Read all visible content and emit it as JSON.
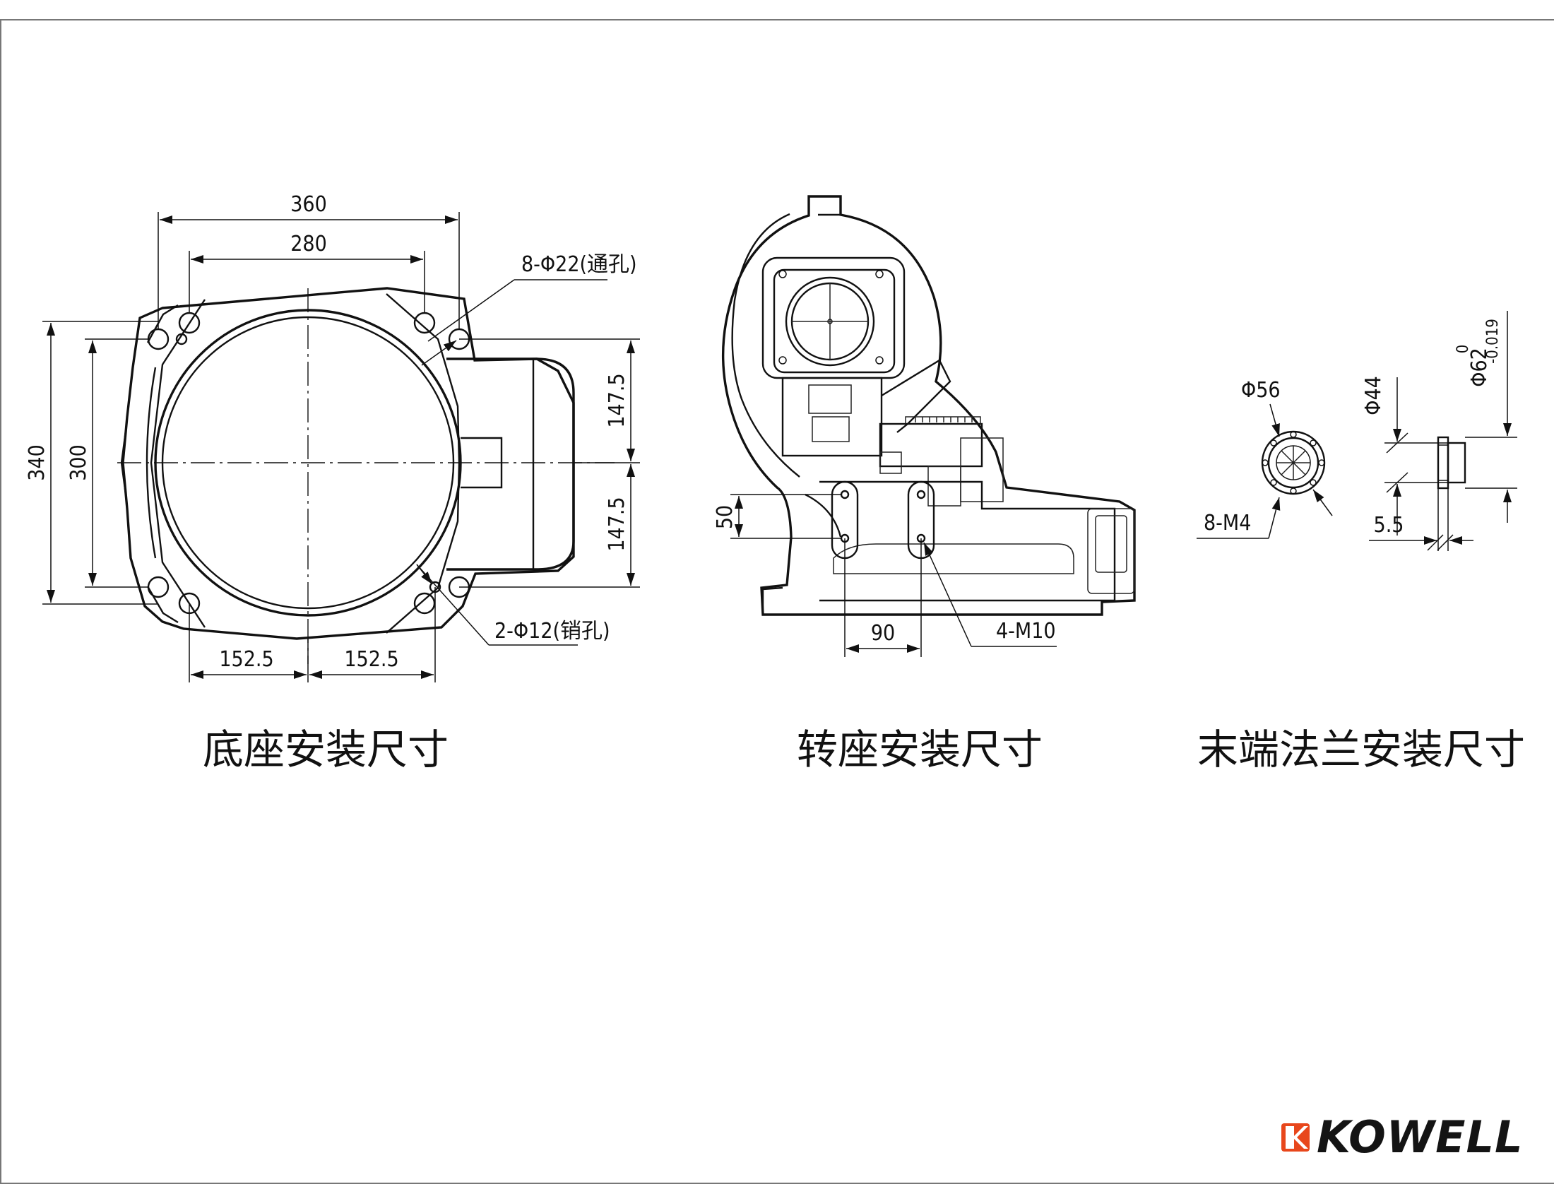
{
  "sheet": {
    "frame_color": "#777777",
    "line_color": "#111111"
  },
  "brand": {
    "name": "KOWELL",
    "accent": "#e8471c"
  },
  "views": {
    "base": {
      "caption": "底座安装尺寸",
      "dims": {
        "width_outer": "360",
        "width_inner": "280",
        "height_outer": "340",
        "height_inner": "300",
        "upper_offset": "147.5",
        "lower_offset": "147.5",
        "left_pin_offset": "152.5",
        "right_pin_offset": "152.5"
      },
      "callouts": {
        "through_holes": "8-Φ22(通孔)",
        "pin_holes": "2-Φ12(销孔)"
      }
    },
    "swivel": {
      "caption": "转座安装尺寸",
      "dims": {
        "hole_spacing_vertical": "50",
        "hole_spacing_horizontal": "90"
      },
      "callouts": {
        "threaded_holes": "4-M10"
      }
    },
    "flange": {
      "caption": "末端法兰安装尺寸",
      "dims": {
        "bolt_circle": "Φ56",
        "pilot_diameter": "Φ44",
        "outer_diameter": "Φ62",
        "outer_tol_upper": "0",
        "outer_tol_lower": "-0.019",
        "depth": "5.5"
      },
      "callouts": {
        "threaded_holes": "8-M4"
      }
    }
  }
}
